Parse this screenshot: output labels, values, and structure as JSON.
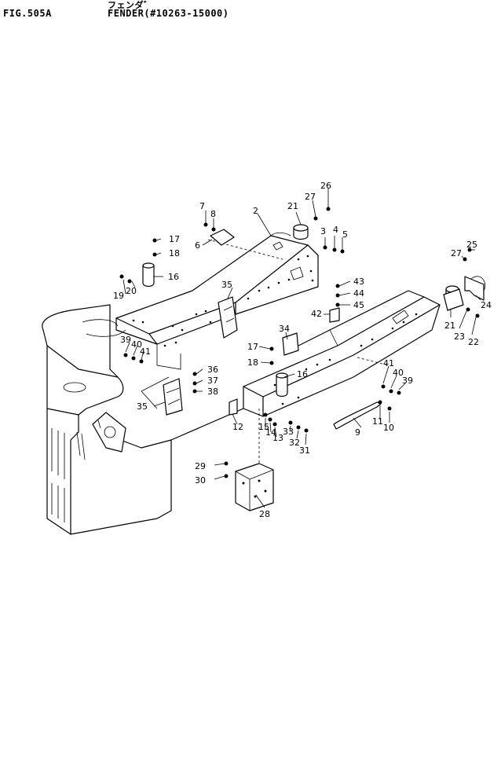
{
  "header": {
    "fig_no": "FIG.505A",
    "title_jp": "フェンダ゛",
    "title_en": "FENDER(#10263-15000)"
  },
  "callouts": {
    "c2": "2",
    "c3": "3",
    "c4": "4",
    "c5": "5",
    "c6": "6",
    "c7": "7",
    "c8": "8",
    "c9": "9",
    "c10": "10",
    "c11": "11",
    "c12": "12",
    "c13": "13",
    "c14": "14",
    "c15": "15",
    "c16a": "16",
    "c16b": "16",
    "c17a": "17",
    "c17b": "17",
    "c18a": "18",
    "c18b": "18",
    "c19": "19",
    "c20": "20",
    "c21a": "21",
    "c21b": "21",
    "c22": "22",
    "c23": "23",
    "c24": "24",
    "c25": "25",
    "c26": "26",
    "c27a": "27",
    "c27b": "27",
    "c28": "28",
    "c29": "29",
    "c30": "30",
    "c31": "31",
    "c32": "32",
    "c33": "33",
    "c34": "34",
    "c35a": "35",
    "c35b": "35",
    "c36": "36",
    "c37": "37",
    "c38": "38",
    "c39a": "39",
    "c39b": "39",
    "c40a": "40",
    "c40b": "40",
    "c41a": "41",
    "c41b": "41",
    "c42": "42",
    "c43": "43",
    "c44": "44",
    "c45": "45"
  }
}
